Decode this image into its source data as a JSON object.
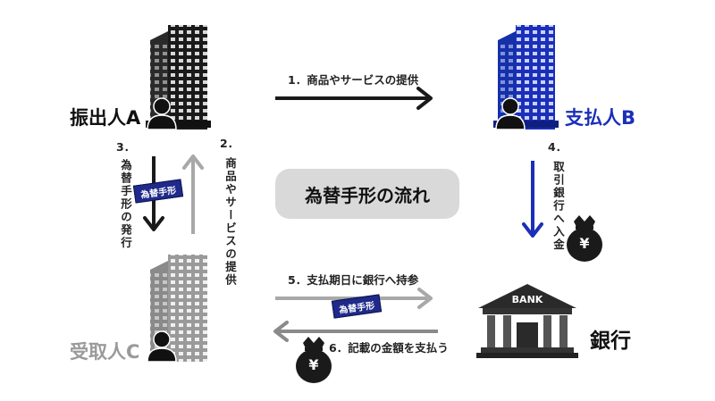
{
  "parties": {
    "drawer": "振出人A",
    "payer": "支払人B",
    "payee": "受取人C",
    "bank": "銀行"
  },
  "title": "為替手形の流れ",
  "steps": {
    "s1": "1．商品やサービスの提供",
    "s2_num": "2．",
    "s2_text": "商品やサービスの提供",
    "s3_num": "3．",
    "s3_text": "為替手形の発行",
    "s4_num": "4．",
    "s4_text": "取引銀行へ入金",
    "s5": "5．支払期日に銀行へ持参",
    "s6": "6．記載の金額を支払う"
  },
  "bill_label": "為替手形",
  "bank_sign": "BANK",
  "yen_symbol": "¥",
  "colors": {
    "black": "#1a1a1a",
    "blue": "#1b2fb8",
    "gray": "#9a9a9a",
    "navy": "#1f2a8a"
  }
}
